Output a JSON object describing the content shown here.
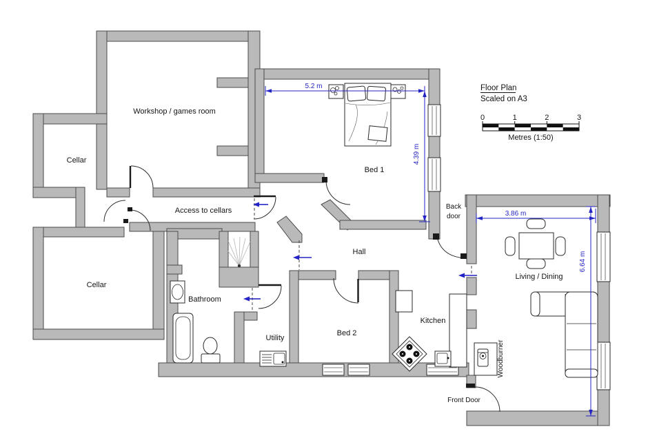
{
  "title": {
    "heading": "Floor Plan",
    "subheading": "Scaled on A3"
  },
  "scale_bar": {
    "ticks": [
      "0",
      "1",
      "2",
      "3"
    ],
    "caption": "Metres (1:50)"
  },
  "rooms": {
    "workshop": "Workshop / games room",
    "cellar_upper": "Cellar",
    "cellar_lower": "Cellar",
    "access_to_cellars": "Access to cellars",
    "bed1": "Bed 1",
    "hall": "Hall",
    "bathroom": "Bathroom",
    "utility": "Utility",
    "bed2": "Bed 2",
    "kitchen": "Kitchen",
    "living_dining": "Living / Dining"
  },
  "annotations": {
    "woodburner": "Woodburner",
    "back_door_line1": "Back",
    "back_door_line2": "door",
    "front_door": "Front Door"
  },
  "dimensions": {
    "bed1_width": "5.2 m",
    "bed1_depth": "4.39 m",
    "living_width": "3.86 m",
    "living_depth": "6.64 m"
  },
  "colors": {
    "wall_fill": "#b9b9b9",
    "wall_stroke": "#4a4a4a",
    "dimension_blue": "#2323c6",
    "text": "#141414",
    "background": "#ffffff"
  }
}
